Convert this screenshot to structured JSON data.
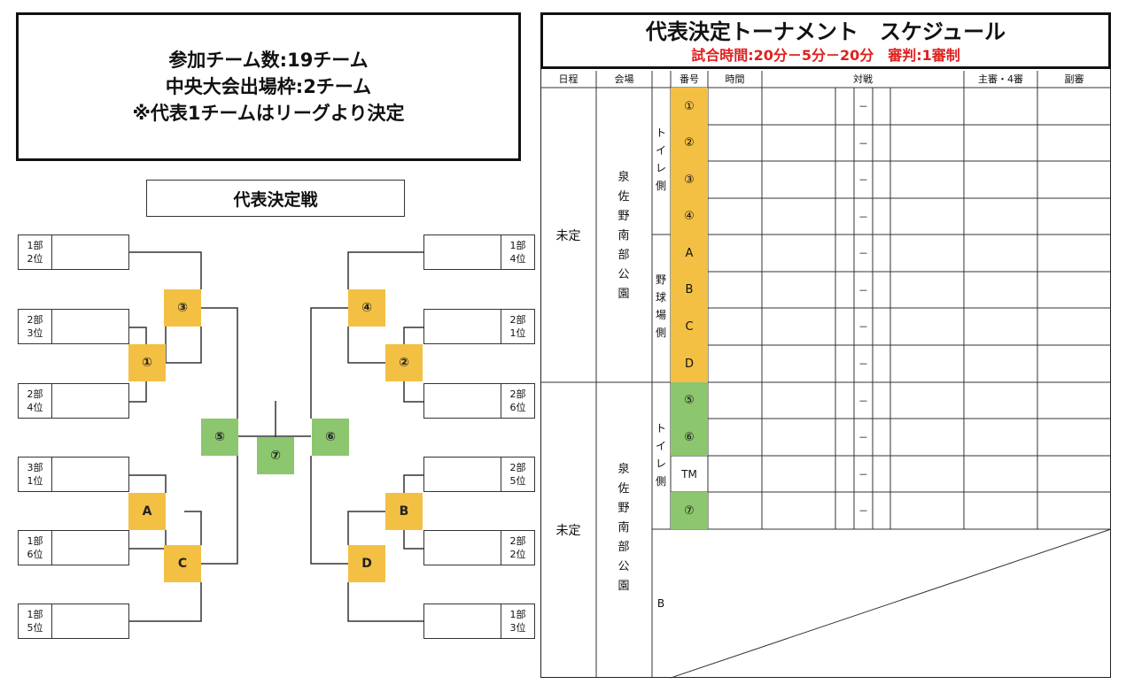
{
  "info": {
    "line1": "参加チーム数:19チーム",
    "line2": "中央大会出場枠:2チーム",
    "line3": "※代表1チームはリーグより決定"
  },
  "bracket": {
    "title": "代表決定戦",
    "left_seeds": [
      {
        "div": "1部",
        "rank": "2位"
      },
      {
        "div": "2部",
        "rank": "3位"
      },
      {
        "div": "2部",
        "rank": "4位"
      },
      {
        "div": "3部",
        "rank": "1位"
      },
      {
        "div": "1部",
        "rank": "6位"
      },
      {
        "div": "1部",
        "rank": "5位"
      }
    ],
    "right_seeds": [
      {
        "div": "1部",
        "rank": "4位"
      },
      {
        "div": "2部",
        "rank": "1位"
      },
      {
        "div": "2部",
        "rank": "6位"
      },
      {
        "div": "2部",
        "rank": "5位"
      },
      {
        "div": "2部",
        "rank": "2位"
      },
      {
        "div": "1部",
        "rank": "3位"
      }
    ],
    "nodes": {
      "n1": "①",
      "n2": "②",
      "n3": "③",
      "n4": "④",
      "n5": "⑤",
      "n6": "⑥",
      "n7": "⑦",
      "A": "A",
      "B": "B",
      "C": "C",
      "D": "D"
    },
    "colors": {
      "yellow": "#f3c043",
      "green": "#8cc66e"
    }
  },
  "schedule": {
    "title": "代表決定トーナメント　スケジュール",
    "subtitle": "試合時間:20分－5分－20分　審判:1審制",
    "headers": {
      "date": "日程",
      "venue": "会場",
      "number": "番号",
      "time": "時間",
      "match": "対戦",
      "chief": "主審・4審",
      "assistant": "副審"
    },
    "block1": {
      "date": "未定",
      "venue": "泉佐野南部公園",
      "side1": "トイレ側",
      "side2": "野球場側"
    },
    "block2": {
      "date": "未定",
      "venue": "泉佐野南部公園",
      "side1": "トイレ側",
      "side2": "B"
    },
    "rows": [
      {
        "num": "①",
        "color": "yellow",
        "dash": "－"
      },
      {
        "num": "②",
        "color": "yellow",
        "dash": "－"
      },
      {
        "num": "③",
        "color": "yellow",
        "dash": "－"
      },
      {
        "num": "④",
        "color": "yellow",
        "dash": "－"
      },
      {
        "num": "A",
        "color": "yellow",
        "dash": "－"
      },
      {
        "num": "B",
        "color": "yellow",
        "dash": "－"
      },
      {
        "num": "C",
        "color": "yellow",
        "dash": "－"
      },
      {
        "num": "D",
        "color": "yellow",
        "dash": "－"
      },
      {
        "num": "⑤",
        "color": "green",
        "dash": "－"
      },
      {
        "num": "⑥",
        "color": "green",
        "dash": "－"
      },
      {
        "num": "TM",
        "color": "none",
        "dash": "－"
      },
      {
        "num": "⑦",
        "color": "green",
        "dash": "－"
      }
    ]
  }
}
